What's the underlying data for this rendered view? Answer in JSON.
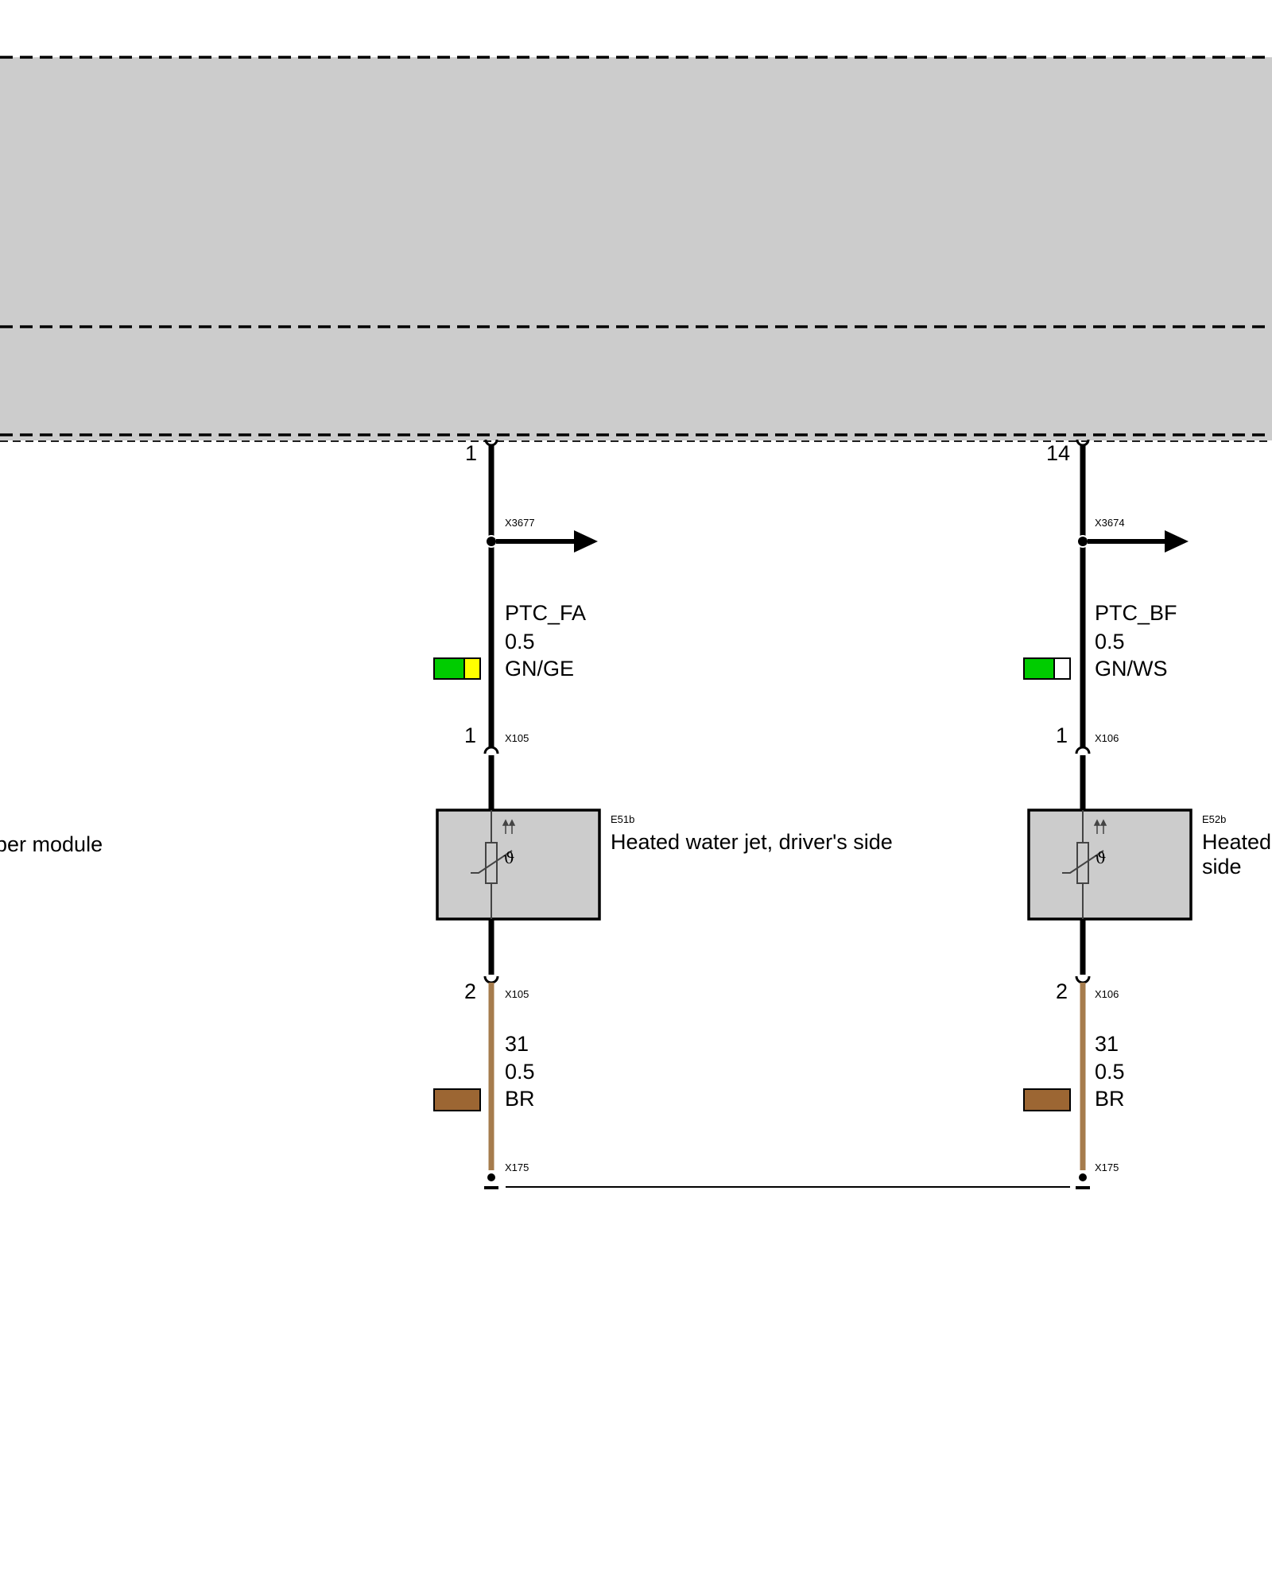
{
  "module": {
    "label_fragment": "per module",
    "fill": "#cccccc",
    "pins": [
      {
        "id": "left",
        "number": "1"
      },
      {
        "id": "right",
        "number": "14"
      }
    ]
  },
  "branches": {
    "left": {
      "splice": "X3677",
      "signal": "PTC_FA",
      "cross_section": "0.5",
      "color_code": "GN/GE",
      "swatch_colors": [
        "#00cc00",
        "#ffff00"
      ],
      "connector_top": "X105",
      "connector_top_pin": "1",
      "component_id": "E51b",
      "component_name": "Heated water jet, driver's side",
      "connector_bottom": "X105",
      "connector_bottom_pin": "2",
      "ground_wire": "31",
      "ground_cross_section": "0.5",
      "ground_color_code": "BR",
      "ground_swatch_color": "#9c6633",
      "ground_point": "X175"
    },
    "right": {
      "splice": "X3674",
      "signal": "PTC_BF",
      "cross_section": "0.5",
      "color_code": "GN/WS",
      "swatch_colors": [
        "#00cc00",
        "#ffffff"
      ],
      "connector_top": "X106",
      "connector_top_pin": "1",
      "component_id": "E52b",
      "component_name_line1": "Heated",
      "component_name_line2": "side",
      "connector_bottom": "X106",
      "connector_bottom_pin": "2",
      "ground_wire": "31",
      "ground_cross_section": "0.5",
      "ground_color_code": "BR",
      "ground_swatch_color": "#9c6633",
      "ground_point": "X175"
    }
  },
  "colors": {
    "wire_signal": "#000000",
    "wire_ground": "#a67c4d",
    "component_fill": "#cccccc"
  }
}
